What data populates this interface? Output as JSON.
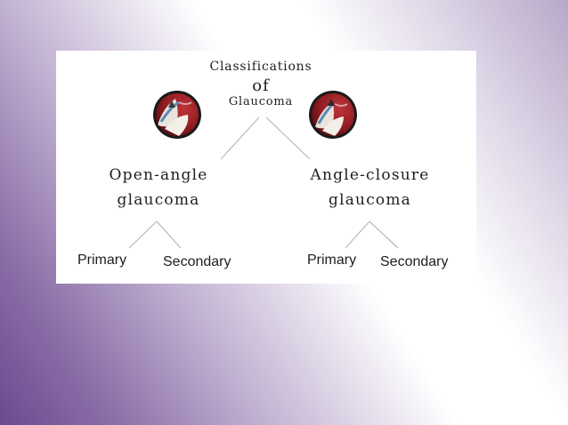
{
  "title": {
    "line1": "Classifications",
    "line2": "of",
    "line3": "Glaucoma"
  },
  "branches": [
    {
      "line1": "Open-angle",
      "line2": "glaucoma",
      "children": [
        "Primary",
        "Secondary"
      ]
    },
    {
      "line1": "Angle-closure",
      "line2": "glaucoma",
      "children": [
        "Primary",
        "Secondary"
      ]
    }
  ],
  "icons": {
    "left": "eye-cross-section-icon",
    "right": "eye-cross-section-icon"
  },
  "colors": {
    "background_accent": "#6a4a8e",
    "connector": "#b8b8b8",
    "eye_ring": "#1a1a1a",
    "eye_tissue": "#8e1c20"
  }
}
